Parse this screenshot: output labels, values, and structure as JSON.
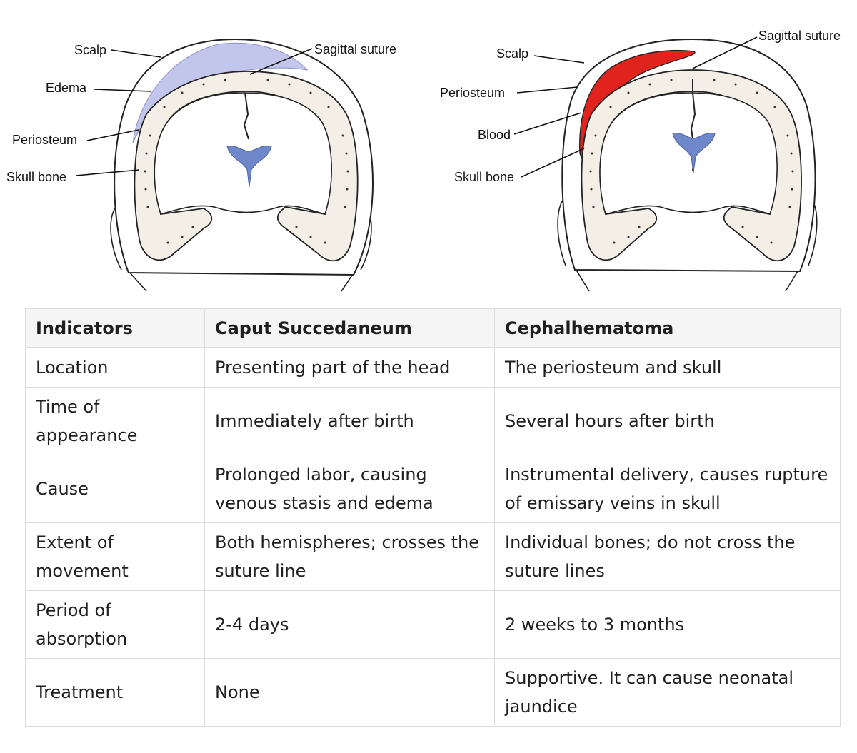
{
  "diagram_left": {
    "labels": {
      "scalp": "Scalp",
      "sagittal_suture": "Sagittal suture",
      "edema": "Edema",
      "periosteum": "Periosteum",
      "skull_bone": "Skull bone"
    },
    "colors": {
      "fluid": "#c3c6ec",
      "ventricle": "#6e88c9"
    }
  },
  "diagram_right": {
    "labels": {
      "sagittal_suture": "Sagittal suture",
      "scalp": "Scalp",
      "periosteum": "Periosteum",
      "blood": "Blood",
      "skull_bone": "Skull bone"
    },
    "colors": {
      "fluid": "#e0231c",
      "ventricle": "#6e88c9"
    }
  },
  "table": {
    "headers": [
      "Indicators",
      "Caput Succedaneum",
      "Cephalhematoma"
    ],
    "rows": [
      {
        "indicator": "Location",
        "caput": "Presenting part of the head",
        "cephal": "The periosteum and skull"
      },
      {
        "indicator": "Time of appearance",
        "caput": "Immediately after birth",
        "cephal": "Several hours after birth"
      },
      {
        "indicator": "Cause",
        "caput": "Prolonged labor, causing venous stasis and edema",
        "cephal": "Instrumental delivery, causes rupture of emissary veins in skull"
      },
      {
        "indicator": "Extent of movement",
        "caput": "Both hemispheres; crosses the suture line",
        "cephal": "Individual bones; do not cross the suture lines"
      },
      {
        "indicator": "Period of absorption",
        "caput": "2-4 days",
        "cephal": "2 weeks to 3 months"
      },
      {
        "indicator": "Treatment",
        "caput": "None",
        "cephal": "Supportive. It can cause neonatal jaundice"
      }
    ]
  }
}
